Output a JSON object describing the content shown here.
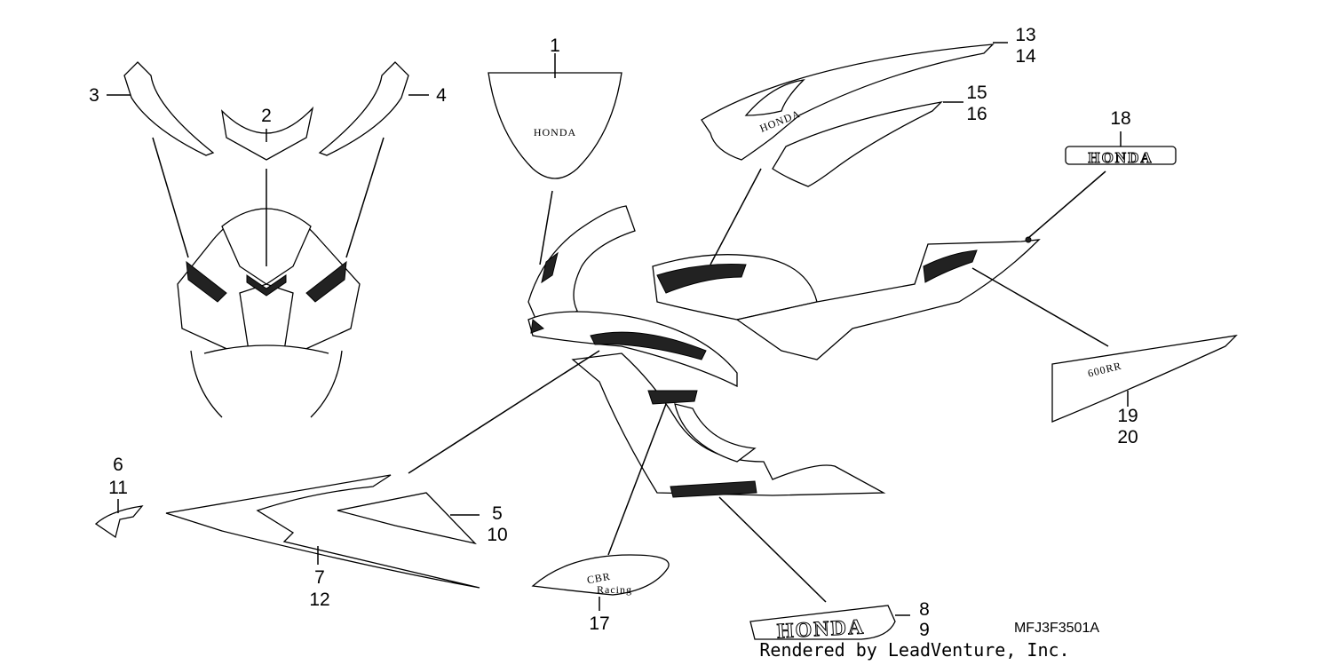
{
  "callouts": [
    {
      "id": "c1",
      "lines": [
        "1"
      ]
    },
    {
      "id": "c2",
      "lines": [
        "2"
      ]
    },
    {
      "id": "c3",
      "lines": [
        "3"
      ]
    },
    {
      "id": "c4",
      "lines": [
        "4"
      ]
    },
    {
      "id": "c5",
      "lines": [
        "5",
        "10"
      ]
    },
    {
      "id": "c6",
      "lines": [
        "6",
        "11"
      ]
    },
    {
      "id": "c7",
      "lines": [
        "7",
        "12"
      ]
    },
    {
      "id": "c8",
      "lines": [
        "8",
        "9"
      ]
    },
    {
      "id": "c13",
      "lines": [
        "13",
        "14"
      ]
    },
    {
      "id": "c15",
      "lines": [
        "15",
        "16"
      ]
    },
    {
      "id": "c17",
      "lines": [
        "17"
      ]
    },
    {
      "id": "c18",
      "lines": [
        "18"
      ]
    },
    {
      "id": "c19",
      "lines": [
        "19",
        "20"
      ]
    }
  ],
  "decals": {
    "honda_emblem_text": "HONDA",
    "honda_wing_text": "HONDA",
    "honda_large_text": "HONDA",
    "cbr_text": "CBR",
    "cbr_sub_text": "Racing",
    "model_text": "600RR"
  },
  "diagram_code": "MFJ3F3501A",
  "credit": "Rendered by LeadVenture, Inc."
}
